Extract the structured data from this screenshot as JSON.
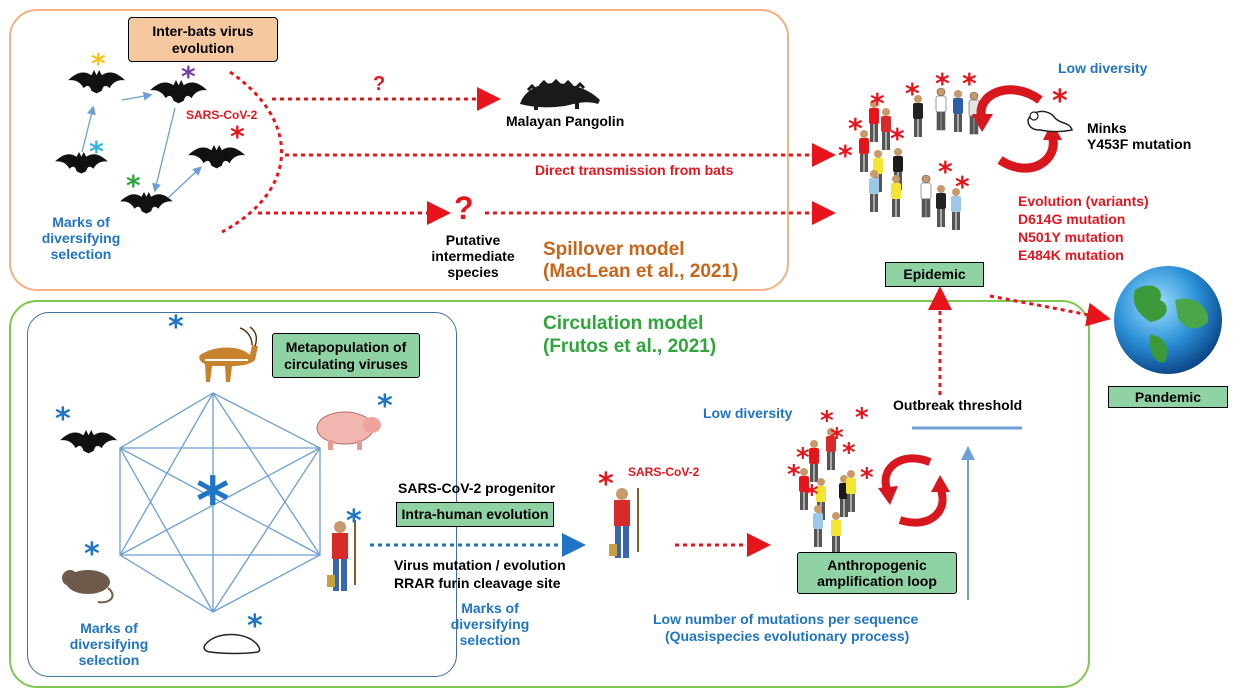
{
  "colors": {
    "spillover_border": "#f2b084",
    "circulation_border": "#7fc850",
    "green_label_fill": "#8fd3a4",
    "orange_label_fill": "#f6c8a0",
    "red": "#e8141c",
    "blue": "#1f74c3",
    "green_text": "#2fa63a",
    "orange_text": "#c8651b"
  },
  "spillover": {
    "inter_bats_box": "Inter-bats virus\nevolution",
    "sars_cov2": "SARS-CoV-2",
    "question_small": "?",
    "question_big": "?",
    "malayan_pangolin": "Malayan Pangolin",
    "direct_transmission": "Direct transmission from bats",
    "putative_species": "Putative\nintermediate\nspecies",
    "marks_diversifying": "Marks of\ndiversifying\nselection",
    "model_title": "Spillover model",
    "model_citation": "(MacLean et al., 2021)"
  },
  "epidemic": {
    "low_diversity": "Low diversity",
    "minks": "Minks\nY453F mutation",
    "evolution_title": "Evolution (variants)",
    "mutations": [
      "D614G mutation",
      "N501Y mutation",
      "E484K mutation"
    ],
    "epidemic_label": "Epidemic",
    "pandemic_label": "Pandemic"
  },
  "circulation": {
    "model_title": "Circulation model",
    "model_citation": "(Frutos et al., 2021)",
    "metapopulation_box": "Metapopulation of\ncirculating viruses",
    "marks_diversifying_left": "Marks of\ndiversifying\nselection",
    "progenitor": "SARS-CoV-2 progenitor",
    "intra_human_box": "Intra-human evolution",
    "virus_mutation": "Virus mutation / evolution",
    "rrar": "RRAR furin cleavage site",
    "marks_diversifying_mid": "Marks of\ndiversifying\nselection",
    "sars_cov2": "SARS-CoV-2",
    "low_diversity": "Low diversity",
    "outbreak_threshold": "Outbreak threshold",
    "amplification_box": "Anthropogenic\namplification loop",
    "low_number": "Low number of mutations per sequence",
    "quasispecies": "(Quasispecies evolutionary process)"
  },
  "icons": [
    "bat-icon",
    "pangolin-icon",
    "people-crowd-icon",
    "mink-icon",
    "globe-icon",
    "gazelle-icon",
    "pig-icon",
    "rat-icon",
    "ferret-icon",
    "farmer-icon",
    "cycle-arrows-icon",
    "asterisk-icon"
  ]
}
